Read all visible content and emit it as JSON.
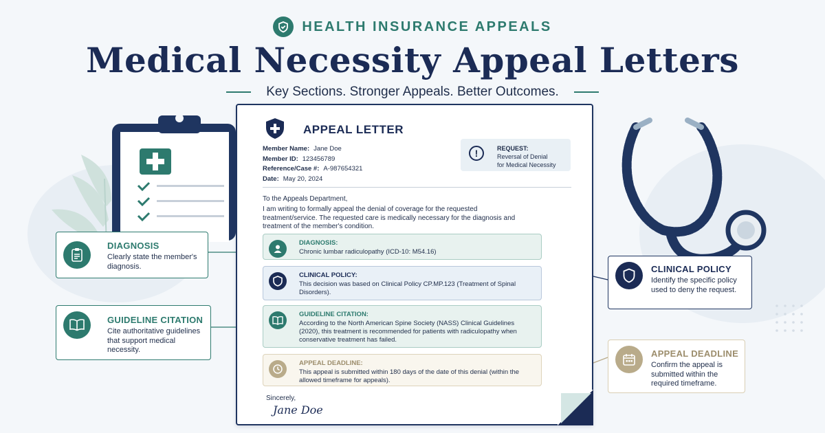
{
  "header": {
    "kicker": "HEALTH INSURANCE APPEALS",
    "kicker_icon": "shield-check-icon",
    "title": "Medical Necessity Appeal Letters",
    "tagline": "Key Sections. Stronger Appeals. Better Outcomes."
  },
  "colors": {
    "navy": "#1b2b55",
    "teal": "#2d7a6e",
    "sand": "#d9ceb3",
    "background": "#f4f7fa"
  },
  "letter": {
    "heading": "APPEAL LETTER",
    "meta": [
      {
        "label": "Member Name:",
        "value": "Jane Doe"
      },
      {
        "label": "Member ID:",
        "value": "123456789"
      },
      {
        "label": "Reference/Case #:",
        "value": "A-987654321"
      },
      {
        "label": "Date:",
        "value": "May 20, 2024"
      }
    ],
    "request": {
      "label": "REQUEST:",
      "line1": "Reversal of Denial",
      "line2": "for Medical Necessity"
    },
    "salutation": "To the Appeals Department,",
    "body": "I am writing to formally appeal the denial of coverage for the requested treatment/service. The requested care is medically necessary for the diagnosis and treatment of the member's condition.",
    "sections": {
      "diagnosis": {
        "title": "DIAGNOSIS:",
        "text": "Chronic lumbar radiculopathy (ICD-10: M54.16)"
      },
      "clinical_policy": {
        "title": "CLINICAL POLICY:",
        "text": "This decision was based on Clinical Policy CP.MP.123 (Treatment of Spinal Disorders)."
      },
      "guideline": {
        "title": "GUIDELINE CITATION:",
        "text": "According to the North American Spine Society (NASS) Clinical Guidelines (2020), this treatment is recommended for patients with radiculopathy when conservative treatment has failed."
      },
      "deadline": {
        "title": "APPEAL DEADLINE:",
        "text": "This appeal is submitted within 180 days of the date of this denial (within the allowed timeframe for appeals)."
      }
    },
    "signoff": "Sincerely,",
    "signature": "Jane Doe"
  },
  "callouts": {
    "diagnosis": {
      "title": "DIAGNOSIS",
      "text": "Clearly state the member's diagnosis.",
      "icon": "clipboard-list-icon"
    },
    "guideline": {
      "title": "GUIDELINE CITATION",
      "text": "Cite authoritative guidelines that support medical necessity.",
      "icon": "open-book-icon"
    },
    "clinical_policy": {
      "title": "CLINICAL POLICY",
      "text": "Identify the specific policy used to deny the request.",
      "icon": "shield-icon"
    },
    "deadline": {
      "title": "APPEAL DEADLINE",
      "text": "Confirm the appeal is submitted within the required timeframe.",
      "icon": "calendar-icon"
    }
  }
}
